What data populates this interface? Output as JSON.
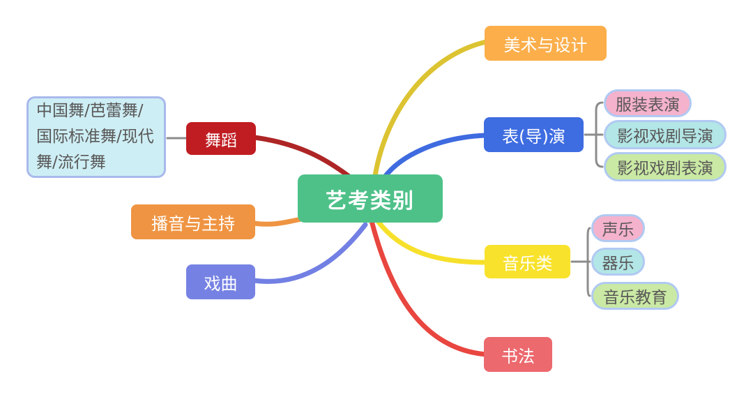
{
  "diagram": {
    "type": "mindmap",
    "background": "#ffffff",
    "connector_color": "#8c8c8c",
    "root": {
      "label": "艺考类别",
      "bg": "#4ec189",
      "text": "#ffffff"
    },
    "branches": {
      "dance": {
        "label": "舞蹈",
        "bg": "#c01d22",
        "text": "#ffffff",
        "edge": "#ae2526",
        "children": {
          "dance_types": {
            "label": "中国舞/芭蕾舞/国际标准舞/现代舞/流行舞",
            "bg": "#cdeef4",
            "border": "#a9b9ec",
            "text": "#595757"
          }
        }
      },
      "broadcast": {
        "label": "播音与主持",
        "bg": "#ef9442",
        "text": "#ffffff",
        "edge": "#ef9442"
      },
      "opera": {
        "label": "戏曲",
        "bg": "#7682e3",
        "text": "#ffffff",
        "edge": "#7280e4"
      },
      "art_design": {
        "label": "美术与设计",
        "bg": "#fbae4a",
        "text": "#ffffff",
        "edge": "#dcc331"
      },
      "acting": {
        "label": "表(导)演",
        "bg": "#3e6ce1",
        "text": "#ffffff",
        "edge": "#3f6be0",
        "children": {
          "fashion": {
            "label": "服装表演",
            "bg": "#f4b2cc",
            "border": "#b0c9f2",
            "text": "#595757"
          },
          "film_dir": {
            "label": "影视戏剧导演",
            "bg": "#b3e6e6",
            "border": "#b0c9f2",
            "text": "#595757"
          },
          "film_act": {
            "label": "影视戏剧表演",
            "bg": "#c9e9a4",
            "border": "#b0c9f2",
            "text": "#595757"
          }
        }
      },
      "music": {
        "label": "音乐类",
        "bg": "#f8e22b",
        "text": "#ffffff",
        "edge": "#f7e02c",
        "children": {
          "vocal": {
            "label": "声乐",
            "bg": "#f4b2cc",
            "border": "#b0c9f2",
            "text": "#595757"
          },
          "instr": {
            "label": "器乐",
            "bg": "#b3e6e6",
            "border": "#b0c9f2",
            "text": "#595757"
          },
          "music_edu": {
            "label": "音乐教育",
            "bg": "#c9e9a4",
            "border": "#b0c9f2",
            "text": "#595757"
          }
        }
      },
      "calligraphy": {
        "label": "书法",
        "bg": "#ec696e",
        "text": "#ffffff",
        "edge": "#e8463f"
      }
    }
  }
}
